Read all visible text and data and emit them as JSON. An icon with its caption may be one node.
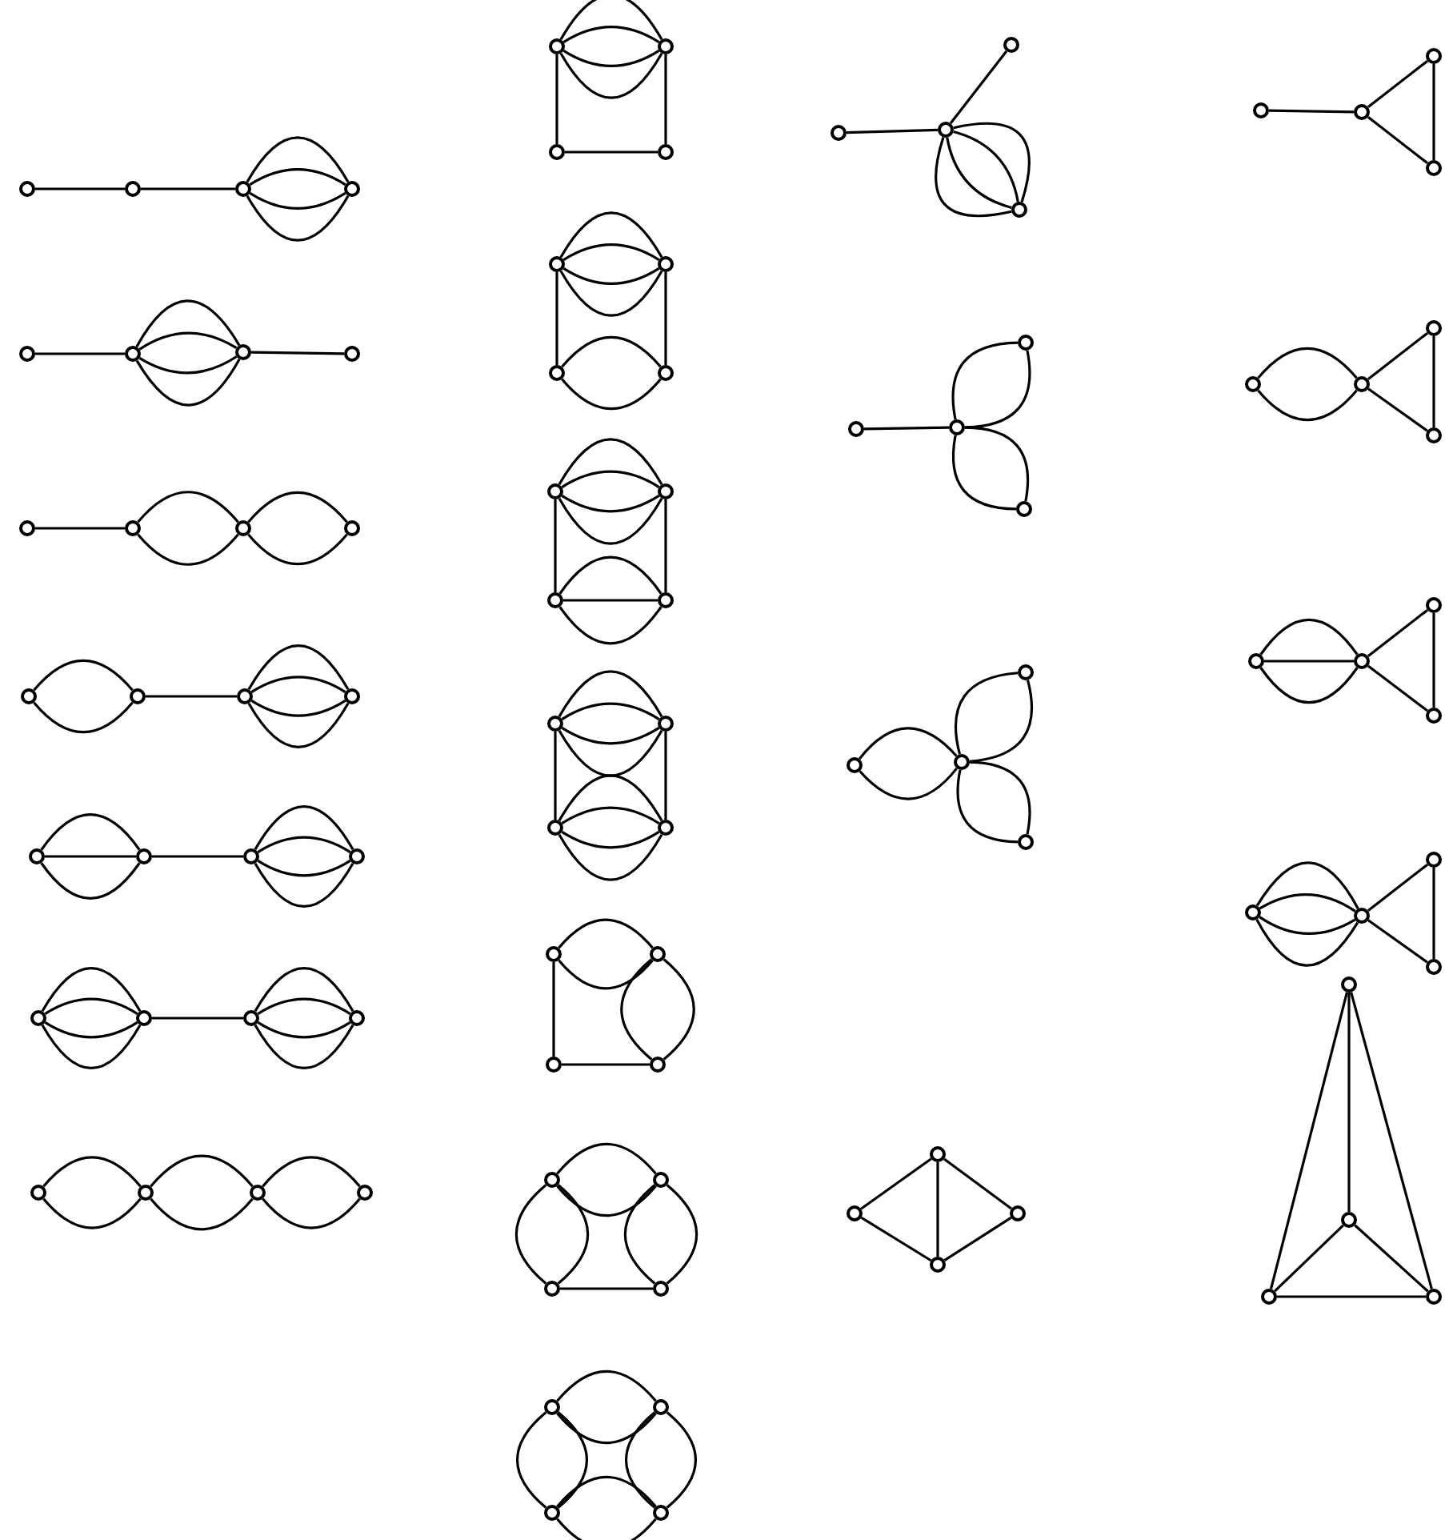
{
  "diagram": {
    "nodes": [
      {
        "text": [],
        "shape": "circle"
      },
      {
        "text": [],
        "shape": "circle"
      },
      {
        "text": [],
        "shape": "circle"
      },
      {
        "text": [],
        "shape": "circle"
      },
      {
        "text": [],
        "shape": "circle"
      },
      {
        "text": [],
        "shape": "circle"
      },
      {
        "text": [],
        "shape": "circle"
      },
      {
        "text": [],
        "shape": "circle"
      },
      {
        "text": [],
        "shape": "circle"
      },
      {
        "text": [],
        "shape": "circle"
      },
      {
        "text": [],
        "shape": "circle"
      },
      {
        "text": [],
        "shape": "circle"
      },
      {
        "text": [],
        "shape": "circle"
      },
      {
        "text": [],
        "shape": "circle"
      },
      {
        "text": [],
        "shape": "circle"
      },
      {
        "text": [],
        "shape": "circle"
      },
      {
        "text": [],
        "shape": "circle"
      },
      {
        "text": [],
        "shape": "circle"
      },
      {
        "text": [],
        "shape": "circle"
      },
      {
        "text": [],
        "shape": "circle"
      },
      {
        "text": [],
        "shape": "circle"
      },
      {
        "text": [],
        "shape": "circle"
      },
      {
        "text": [],
        "shape": "circle"
      },
      {
        "text": [],
        "shape": "circle"
      },
      {
        "text": [],
        "shape": "circle"
      },
      {
        "text": [],
        "shape": "circle"
      },
      {
        "text": [],
        "shape": "circle"
      },
      {
        "text": [],
        "shape": "circle"
      },
      {
        "text": [],
        "shape": "circle"
      },
      {
        "text": [],
        "shape": "circle"
      },
      {
        "text": [],
        "shape": "circle"
      },
      {
        "text": [],
        "shape": "circle"
      },
      {
        "text": [],
        "shape": "circle"
      },
      {
        "text": [],
        "shape": "circle"
      },
      {
        "text": [],
        "shape": "circle"
      },
      {
        "text": [],
        "shape": "circle"
      },
      {
        "text": [],
        "shape": "circle"
      },
      {
        "text": [],
        "shape": "circle"
      },
      {
        "text": [],
        "shape": "circle"
      },
      {
        "text": [],
        "shape": "circle"
      },
      {
        "text": [],
        "shape": "circle"
      },
      {
        "text": [],
        "shape": "circle"
      },
      {
        "text": [],
        "shape": "circle"
      },
      {
        "text": [],
        "shape": "circle"
      },
      {
        "text": [],
        "shape": "circle"
      },
      {
        "text": [],
        "shape": "circle"
      },
      {
        "text": [],
        "shape": "circle"
      },
      {
        "text": [],
        "shape": "circle"
      },
      {
        "text": [],
        "shape": "circle"
      },
      {
        "text": [],
        "shape": "circle"
      },
      {
        "text": [],
        "shape": "circle"
      },
      {
        "text": [],
        "shape": "circle"
      },
      {
        "text": [],
        "shape": "circle"
      },
      {
        "text": [],
        "shape": "circle"
      },
      {
        "text": [],
        "shape": "circle"
      },
      {
        "text": [],
        "shape": "circle"
      },
      {
        "text": [],
        "shape": "circle"
      },
      {
        "text": [],
        "shape": "circle"
      },
      {
        "text": [],
        "shape": "circle"
      },
      {
        "text": [],
        "shape": "circle"
      },
      {
        "text": [],
        "shape": "circle"
      },
      {
        "text": [],
        "shape": "circle"
      },
      {
        "text": [],
        "shape": "circle"
      },
      {
        "text": [],
        "shape": "circle"
      },
      {
        "text": [],
        "shape": "circle"
      },
      {
        "text": [],
        "shape": "circle"
      },
      {
        "text": [],
        "shape": "circle"
      },
      {
        "text": [],
        "shape": "circle"
      },
      {
        "text": [],
        "shape": "circle"
      },
      {
        "text": [],
        "shape": "circle"
      },
      {
        "text": [],
        "shape": "circle"
      },
      {
        "text": [],
        "shape": "circle"
      },
      {
        "text": [],
        "shape": "circle"
      },
      {
        "text": [],
        "shape": "circle"
      },
      {
        "text": [],
        "shape": "circle"
      },
      {
        "text": [],
        "shape": "circle"
      },
      {
        "text": [],
        "shape": "circle"
      },
      {
        "text": [],
        "shape": "circle"
      },
      {
        "text": [],
        "shape": "circle"
      },
      {
        "text": [],
        "shape": "circle"
      },
      {
        "text": [],
        "shape": "circle"
      },
      {
        "text": [],
        "shape": "circle"
      },
      {
        "text": [],
        "shape": "circle"
      },
      {
        "text": [],
        "shape": "circle"
      },
      {
        "text": [],
        "shape": "circle"
      },
      {
        "text": [],
        "shape": "circle"
      },
      {
        "text": [],
        "shape": "circle"
      },
      {
        "text": [],
        "shape": "circle"
      },
      {
        "text": [],
        "shape": "circle"
      },
      {
        "text": [],
        "shape": "circle"
      },
      {
        "text": [],
        "shape": "circle"
      },
      {
        "text": [],
        "shape": "circle"
      }
    ],
    "edges": [
      {
        "from": 0,
        "to": 1,
        "arrow": "none"
      },
      {
        "from": 1,
        "to": 2,
        "arrow": "none"
      },
      {
        "from": 2,
        "to": 3,
        "arrow": "none"
      },
      {
        "from": 2,
        "to": 3,
        "arrow": "none"
      },
      {
        "from": 2,
        "to": 3,
        "arrow": "none"
      },
      {
        "from": 2,
        "to": 3,
        "arrow": "none"
      },
      {
        "from": 4,
        "to": 5,
        "arrow": "none"
      },
      {
        "from": 5,
        "to": 6,
        "arrow": "none"
      },
      {
        "from": 5,
        "to": 6,
        "arrow": "none"
      },
      {
        "from": 5,
        "to": 6,
        "arrow": "none"
      },
      {
        "from": 5,
        "to": 6,
        "arrow": "none"
      },
      {
        "from": 6,
        "to": 7,
        "arrow": "none"
      },
      {
        "from": 8,
        "to": 9,
        "arrow": "none"
      },
      {
        "from": 9,
        "to": 10,
        "arrow": "none"
      },
      {
        "from": 9,
        "to": 10,
        "arrow": "none"
      },
      {
        "from": 10,
        "to": 11,
        "arrow": "none"
      },
      {
        "from": 10,
        "to": 11,
        "arrow": "none"
      },
      {
        "from": 12,
        "to": 13,
        "arrow": "none"
      },
      {
        "from": 12,
        "to": 13,
        "arrow": "none"
      },
      {
        "from": 13,
        "to": 14,
        "arrow": "none"
      },
      {
        "from": 14,
        "to": 15,
        "arrow": "none"
      },
      {
        "from": 14,
        "to": 15,
        "arrow": "none"
      },
      {
        "from": 14,
        "to": 15,
        "arrow": "none"
      },
      {
        "from": 14,
        "to": 15,
        "arrow": "none"
      },
      {
        "from": 16,
        "to": 17,
        "arrow": "none"
      },
      {
        "from": 16,
        "to": 17,
        "arrow": "none"
      },
      {
        "from": 16,
        "to": 17,
        "arrow": "none"
      },
      {
        "from": 17,
        "to": 18,
        "arrow": "none"
      },
      {
        "from": 18,
        "to": 19,
        "arrow": "none"
      },
      {
        "from": 18,
        "to": 19,
        "arrow": "none"
      },
      {
        "from": 18,
        "to": 19,
        "arrow": "none"
      },
      {
        "from": 18,
        "to": 19,
        "arrow": "none"
      },
      {
        "from": 20,
        "to": 21,
        "arrow": "none"
      },
      {
        "from": 20,
        "to": 21,
        "arrow": "none"
      },
      {
        "from": 20,
        "to": 21,
        "arrow": "none"
      },
      {
        "from": 20,
        "to": 21,
        "arrow": "none"
      },
      {
        "from": 21,
        "to": 22,
        "arrow": "none"
      },
      {
        "from": 22,
        "to": 23,
        "arrow": "none"
      },
      {
        "from": 22,
        "to": 23,
        "arrow": "none"
      },
      {
        "from": 22,
        "to": 23,
        "arrow": "none"
      },
      {
        "from": 22,
        "to": 23,
        "arrow": "none"
      },
      {
        "from": 24,
        "to": 25,
        "arrow": "none"
      },
      {
        "from": 24,
        "to": 25,
        "arrow": "none"
      },
      {
        "from": 25,
        "to": 26,
        "arrow": "none"
      },
      {
        "from": 25,
        "to": 26,
        "arrow": "none"
      },
      {
        "from": 26,
        "to": 27,
        "arrow": "none"
      },
      {
        "from": 26,
        "to": 27,
        "arrow": "none"
      },
      {
        "from": 28,
        "to": 29,
        "arrow": "none"
      },
      {
        "from": 28,
        "to": 29,
        "arrow": "none"
      },
      {
        "from": 28,
        "to": 29,
        "arrow": "none"
      },
      {
        "from": 28,
        "to": 29,
        "arrow": "none"
      },
      {
        "from": 28,
        "to": 30,
        "arrow": "none"
      },
      {
        "from": 29,
        "to": 31,
        "arrow": "none"
      },
      {
        "from": 30,
        "to": 31,
        "arrow": "none"
      },
      {
        "from": 32,
        "to": 33,
        "arrow": "none"
      },
      {
        "from": 32,
        "to": 33,
        "arrow": "none"
      },
      {
        "from": 32,
        "to": 33,
        "arrow": "none"
      },
      {
        "from": 32,
        "to": 33,
        "arrow": "none"
      },
      {
        "from": 32,
        "to": 34,
        "arrow": "none"
      },
      {
        "from": 33,
        "to": 35,
        "arrow": "none"
      },
      {
        "from": 34,
        "to": 35,
        "arrow": "none"
      },
      {
        "from": 34,
        "to": 35,
        "arrow": "none"
      },
      {
        "from": 36,
        "to": 37,
        "arrow": "none"
      },
      {
        "from": 36,
        "to": 37,
        "arrow": "none"
      },
      {
        "from": 36,
        "to": 37,
        "arrow": "none"
      },
      {
        "from": 36,
        "to": 37,
        "arrow": "none"
      },
      {
        "from": 36,
        "to": 38,
        "arrow": "none"
      },
      {
        "from": 37,
        "to": 39,
        "arrow": "none"
      },
      {
        "from": 38,
        "to": 39,
        "arrow": "none"
      },
      {
        "from": 38,
        "to": 39,
        "arrow": "none"
      },
      {
        "from": 38,
        "to": 39,
        "arrow": "none"
      },
      {
        "from": 40,
        "to": 41,
        "arrow": "none"
      },
      {
        "from": 40,
        "to": 41,
        "arrow": "none"
      },
      {
        "from": 40,
        "to": 41,
        "arrow": "none"
      },
      {
        "from": 40,
        "to": 41,
        "arrow": "none"
      },
      {
        "from": 40,
        "to": 42,
        "arrow": "none"
      },
      {
        "from": 41,
        "to": 43,
        "arrow": "none"
      },
      {
        "from": 42,
        "to": 43,
        "arrow": "none"
      },
      {
        "from": 42,
        "to": 43,
        "arrow": "none"
      },
      {
        "from": 42,
        "to": 43,
        "arrow": "none"
      },
      {
        "from": 42,
        "to": 43,
        "arrow": "none"
      },
      {
        "from": 44,
        "to": 45,
        "arrow": "none"
      },
      {
        "from": 44,
        "to": 45,
        "arrow": "none"
      },
      {
        "from": 44,
        "to": 46,
        "arrow": "none"
      },
      {
        "from": 45,
        "to": 47,
        "arrow": "none"
      },
      {
        "from": 45,
        "to": 47,
        "arrow": "none"
      },
      {
        "from": 46,
        "to": 47,
        "arrow": "none"
      },
      {
        "from": 48,
        "to": 49,
        "arrow": "none"
      },
      {
        "from": 48,
        "to": 49,
        "arrow": "none"
      },
      {
        "from": 48,
        "to": 50,
        "arrow": "none"
      },
      {
        "from": 48,
        "to": 50,
        "arrow": "none"
      },
      {
        "from": 49,
        "to": 51,
        "arrow": "none"
      },
      {
        "from": 49,
        "to": 51,
        "arrow": "none"
      },
      {
        "from": 50,
        "to": 51,
        "arrow": "none"
      },
      {
        "from": 52,
        "to": 53,
        "arrow": "none"
      },
      {
        "from": 52,
        "to": 53,
        "arrow": "none"
      },
      {
        "from": 52,
        "to": 54,
        "arrow": "none"
      },
      {
        "from": 52,
        "to": 54,
        "arrow": "none"
      },
      {
        "from": 53,
        "to": 55,
        "arrow": "none"
      },
      {
        "from": 53,
        "to": 55,
        "arrow": "none"
      },
      {
        "from": 54,
        "to": 55,
        "arrow": "none"
      },
      {
        "from": 54,
        "to": 55,
        "arrow": "none"
      },
      {
        "from": 57,
        "to": 58,
        "arrow": "none"
      },
      {
        "from": 58,
        "to": 56,
        "arrow": "none"
      },
      {
        "from": 58,
        "to": 59,
        "arrow": "none"
      },
      {
        "from": 58,
        "to": 59,
        "arrow": "none"
      },
      {
        "from": 58,
        "to": 59,
        "arrow": "none"
      },
      {
        "from": 58,
        "to": 59,
        "arrow": "none"
      },
      {
        "from": 61,
        "to": 62,
        "arrow": "none"
      },
      {
        "from": 62,
        "to": 60,
        "arrow": "none"
      },
      {
        "from": 62,
        "to": 60,
        "arrow": "none"
      },
      {
        "from": 62,
        "to": 63,
        "arrow": "none"
      },
      {
        "from": 62,
        "to": 63,
        "arrow": "none"
      },
      {
        "from": 65,
        "to": 66,
        "arrow": "none"
      },
      {
        "from": 65,
        "to": 66,
        "arrow": "none"
      },
      {
        "from": 66,
        "to": 64,
        "arrow": "none"
      },
      {
        "from": 66,
        "to": 64,
        "arrow": "none"
      },
      {
        "from": 66,
        "to": 67,
        "arrow": "none"
      },
      {
        "from": 66,
        "to": 67,
        "arrow": "none"
      },
      {
        "from": 69,
        "to": 68,
        "arrow": "none"
      },
      {
        "from": 69,
        "to": 71,
        "arrow": "none"
      },
      {
        "from": 68,
        "to": 70,
        "arrow": "none"
      },
      {
        "from": 71,
        "to": 70,
        "arrow": "none"
      },
      {
        "from": 68,
        "to": 71,
        "arrow": "none"
      },
      {
        "from": 73,
        "to": 74,
        "arrow": "none"
      },
      {
        "from": 74,
        "to": 72,
        "arrow": "none"
      },
      {
        "from": 74,
        "to": 75,
        "arrow": "none"
      },
      {
        "from": 72,
        "to": 75,
        "arrow": "none"
      },
      {
        "from": 77,
        "to": 78,
        "arrow": "none"
      },
      {
        "from": 77,
        "to": 78,
        "arrow": "none"
      },
      {
        "from": 78,
        "to": 76,
        "arrow": "none"
      },
      {
        "from": 78,
        "to": 79,
        "arrow": "none"
      },
      {
        "from": 76,
        "to": 79,
        "arrow": "none"
      },
      {
        "from": 81,
        "to": 82,
        "arrow": "none"
      },
      {
        "from": 81,
        "to": 82,
        "arrow": "none"
      },
      {
        "from": 81,
        "to": 82,
        "arrow": "none"
      },
      {
        "from": 82,
        "to": 80,
        "arrow": "none"
      },
      {
        "from": 82,
        "to": 83,
        "arrow": "none"
      },
      {
        "from": 80,
        "to": 83,
        "arrow": "none"
      },
      {
        "from": 85,
        "to": 86,
        "arrow": "none"
      },
      {
        "from": 85,
        "to": 86,
        "arrow": "none"
      },
      {
        "from": 85,
        "to": 86,
        "arrow": "none"
      },
      {
        "from": 85,
        "to": 86,
        "arrow": "none"
      },
      {
        "from": 86,
        "to": 84,
        "arrow": "none"
      },
      {
        "from": 86,
        "to": 87,
        "arrow": "none"
      },
      {
        "from": 84,
        "to": 87,
        "arrow": "none"
      },
      {
        "from": 88,
        "to": 90,
        "arrow": "none"
      },
      {
        "from": 88,
        "to": 91,
        "arrow": "none"
      },
      {
        "from": 88,
        "to": 89,
        "arrow": "none"
      },
      {
        "from": 89,
        "to": 90,
        "arrow": "none"
      },
      {
        "from": 89,
        "to": 91,
        "arrow": "none"
      },
      {
        "from": 90,
        "to": 91,
        "arrow": "none"
      }
    ]
  }
}
